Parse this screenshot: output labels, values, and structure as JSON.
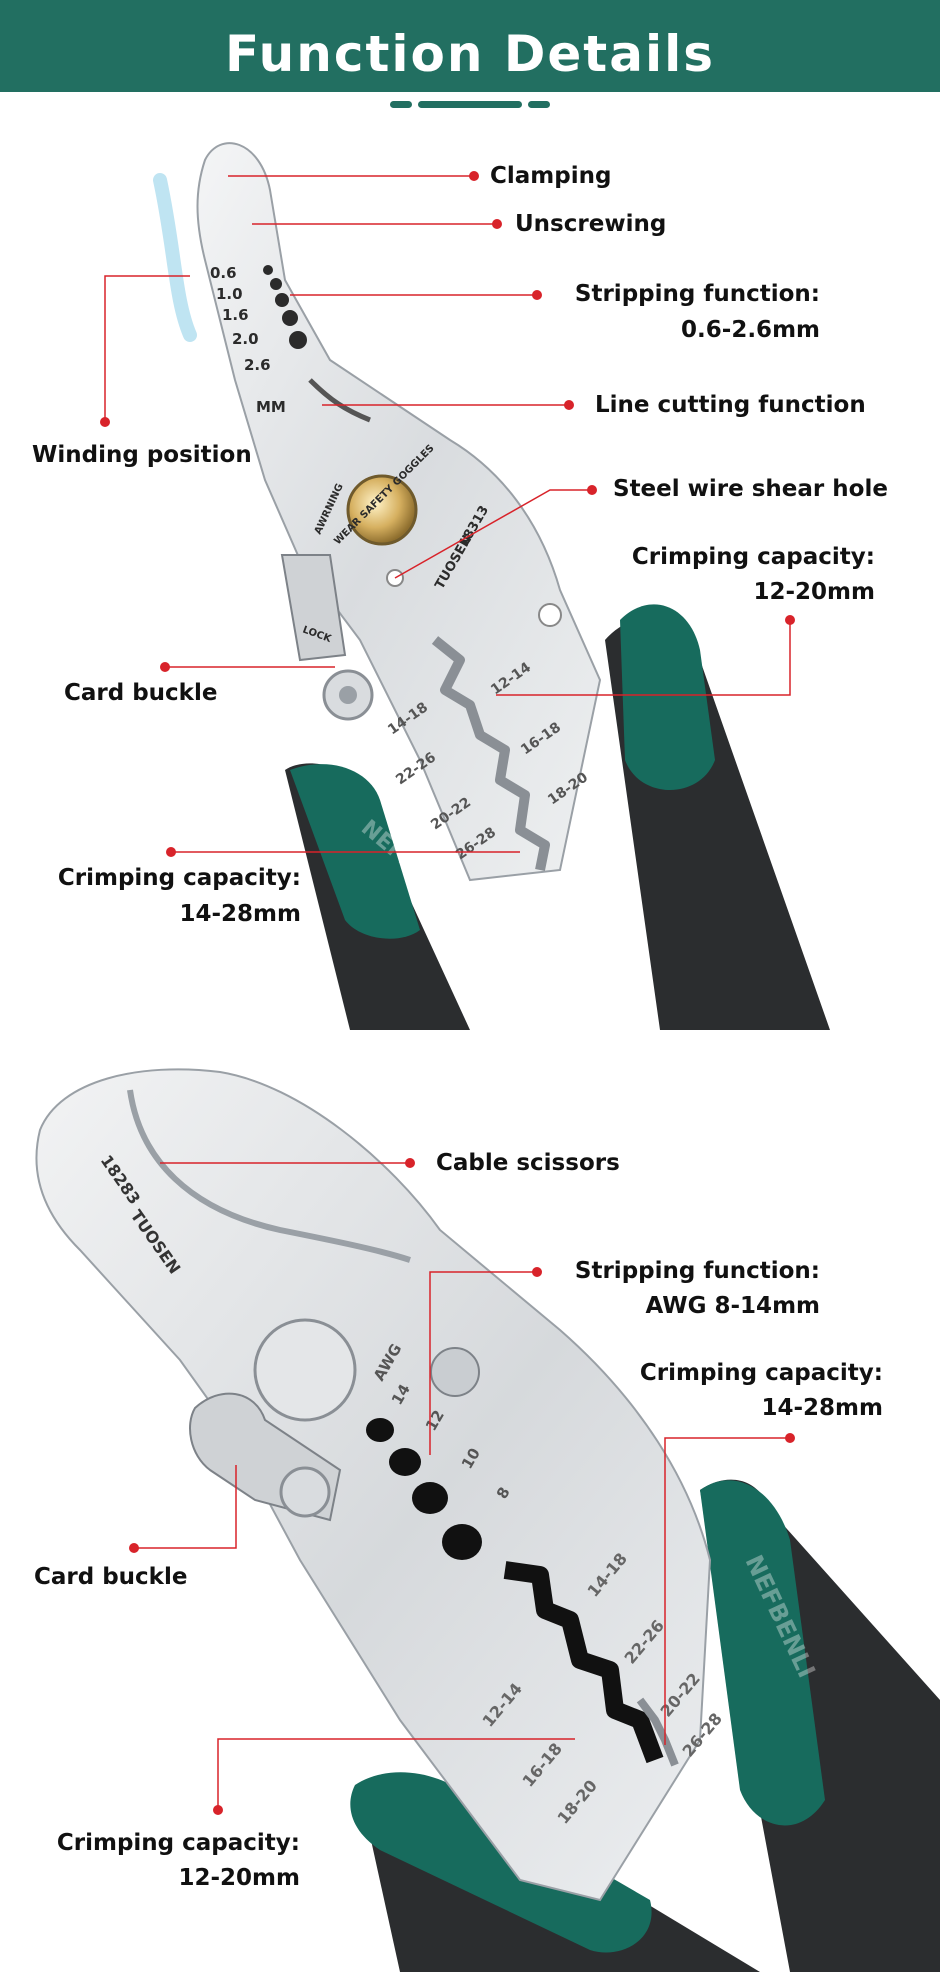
{
  "header": {
    "title": "Function Details",
    "accent_color": "#226f61",
    "callout_color": "#d8232a"
  },
  "product_1": {
    "stamps": {
      "brand": "TUOSEN",
      "model": "18313",
      "warning": [
        "AWRNING",
        "WEAR SAFETY GOGGLES"
      ],
      "lock": "LOCK",
      "unit": "MM",
      "watermark": "NEFBENLI",
      "strip_sizes": [
        "0.6",
        "1.0",
        "1.6",
        "2.0",
        "2.6"
      ],
      "crimp_left": [
        "14-18",
        "22-26",
        "20-22",
        "26-28"
      ],
      "crimp_right": [
        "12-14",
        "16-18",
        "18-20"
      ]
    },
    "callouts": {
      "clamping": "Clamping",
      "unscrewing": "Unscrewing",
      "stripping_title": "Stripping function:",
      "stripping_value": "0.6-2.6mm",
      "line_cutting": "Line cutting function",
      "winding": "Winding position",
      "steel_wire": "Steel wire shear hole",
      "crimp_a_title": "Crimping capacity:",
      "crimp_a_value": "12-20mm",
      "card_buckle": "Card buckle",
      "crimp_b_title": "Crimping capacity:",
      "crimp_b_value": "14-28mm"
    }
  },
  "product_2": {
    "stamps": {
      "brand": "TUOSEN",
      "model": "18283",
      "awg": "AWG",
      "watermark": "NEFBENLI",
      "awg_sizes": [
        "14",
        "12",
        "10",
        "8"
      ],
      "crimp_left": [
        "14-18",
        "22-26",
        "20-22",
        "26-28"
      ],
      "crimp_right": [
        "12-14",
        "16-18",
        "18-20"
      ]
    },
    "callouts": {
      "cable_scissors": "Cable scissors",
      "stripping_title": "Stripping function:",
      "stripping_value": "AWG  8-14mm",
      "crimp_a_title": "Crimping capacity:",
      "crimp_a_value": "14-28mm",
      "card_buckle": "Card buckle",
      "crimp_b_title": "Crimping capacity:",
      "crimp_b_value": "12-20mm"
    }
  }
}
